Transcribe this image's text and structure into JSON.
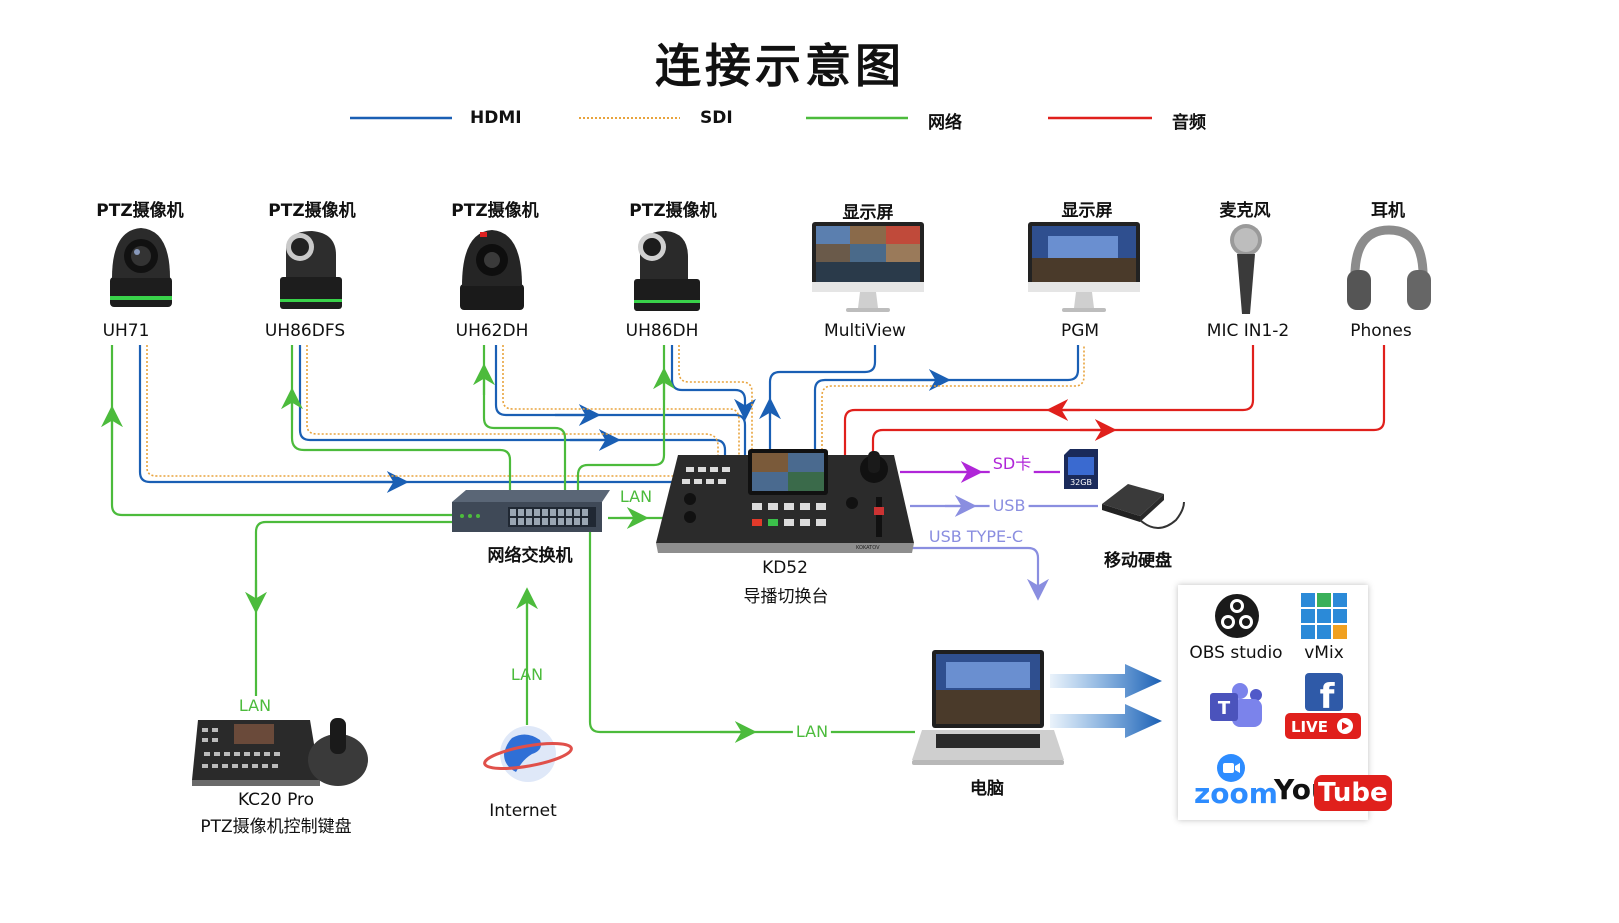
{
  "title": "连接示意图",
  "legend": [
    {
      "label": "HDMI",
      "color": "#1a5fb4"
    },
    {
      "label": "SDI",
      "color": "#e8a33d"
    },
    {
      "label": "网络",
      "color": "#4cbb3c"
    },
    {
      "label": "音频",
      "color": "#e0201c"
    }
  ],
  "devices": {
    "cam1": {
      "type": "PTZ摄像机",
      "model": "UH71"
    },
    "cam2": {
      "type": "PTZ摄像机",
      "model": "UH86DFS"
    },
    "cam3": {
      "type": "PTZ摄像机",
      "model": "UH62DH"
    },
    "cam4": {
      "type": "PTZ摄像机",
      "model": "UH86DH"
    },
    "monitor1": {
      "type": "显示屏",
      "model": "MultiView"
    },
    "monitor2": {
      "type": "显示屏",
      "model": "PGM"
    },
    "mic": {
      "type": "麦克风",
      "model": "MIC IN1-2"
    },
    "phones": {
      "type": "耳机",
      "model": "Phones"
    },
    "switch": {
      "label": "网络交换机"
    },
    "switcher": {
      "model": "KD52",
      "label": "导播切换台",
      "brand": "KOKATOV"
    },
    "sdcard": {
      "label": "SD卡",
      "capacity": "32GB"
    },
    "hdd": {
      "label": "移动硬盘"
    },
    "keyboard": {
      "model": "KC20 Pro",
      "label": "PTZ摄像机控制键盘"
    },
    "internet": {
      "label": "Internet"
    },
    "pc": {
      "label": "电脑"
    }
  },
  "link_labels": {
    "lan_switch": "LAN",
    "lan_internet": "LAN",
    "lan_keyboard": "LAN",
    "lan_pc": "LAN",
    "usb": "USB",
    "usb_c": "USB TYPE-C",
    "sd": "SD卡"
  },
  "platforms": {
    "obs": "OBS studio",
    "vmix": "vMix",
    "fb_live": "LIVE",
    "zoom": "zoom",
    "youtube_you": "You",
    "youtube_tube": "Tube"
  }
}
